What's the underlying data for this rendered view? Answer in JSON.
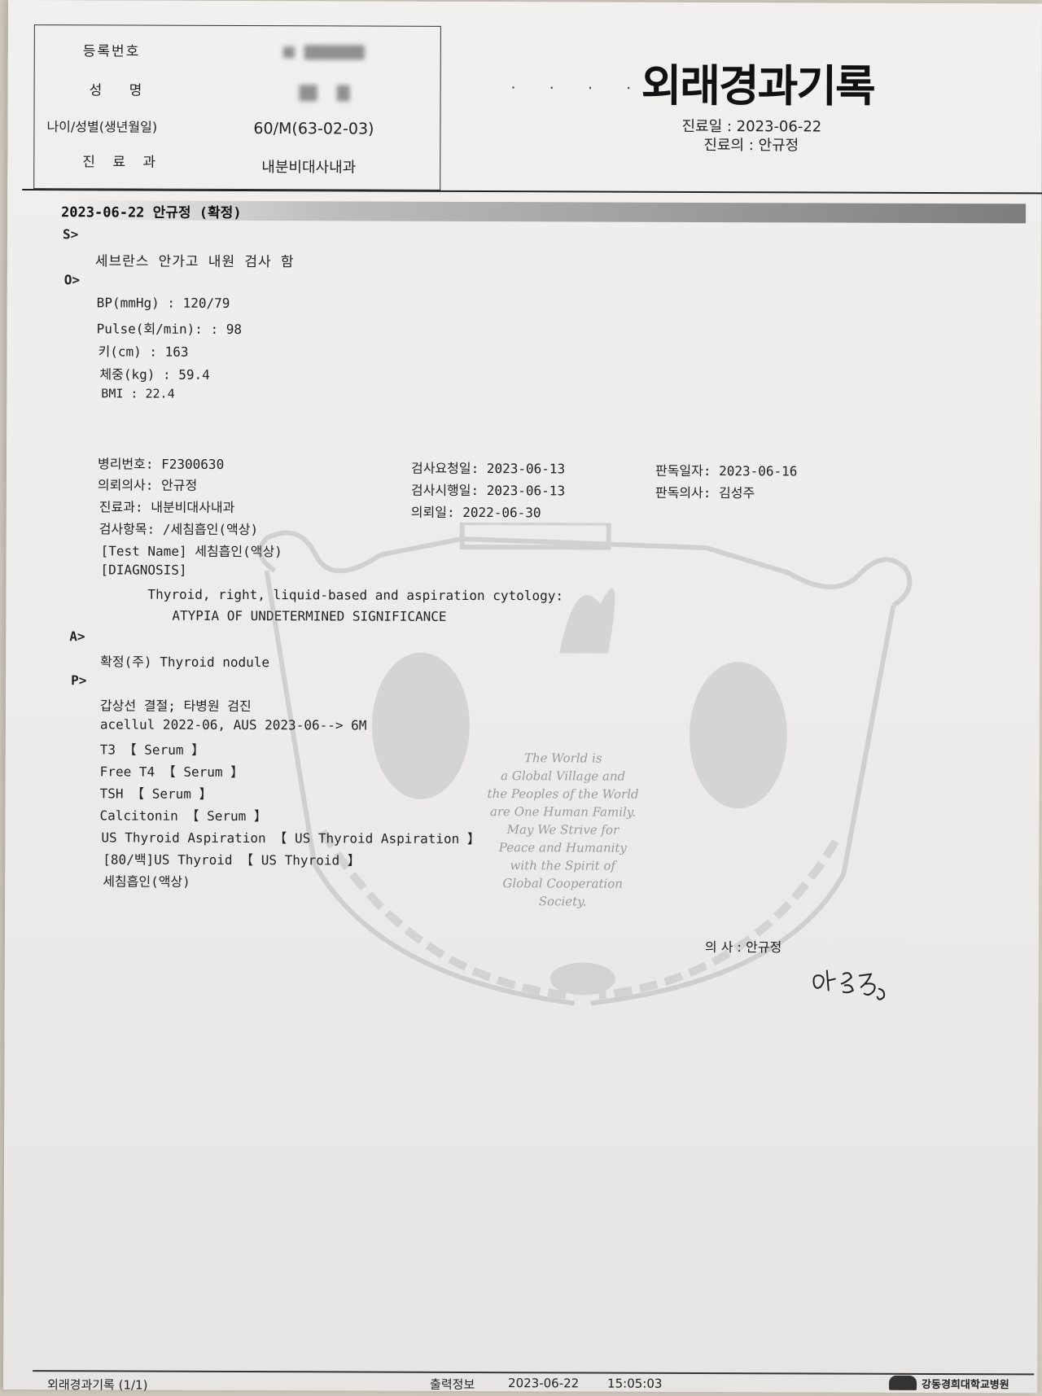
{
  "header": {
    "reg_no_label": "등록번호",
    "name_label": "성 명",
    "age_sex_label": "나이/성별(생년월일)",
    "age_sex_value": "60/M(63-02-03)",
    "dept_label": "진 료 과",
    "dept_value": "내분비대사내과"
  },
  "title": {
    "main": "외래경과기록",
    "visit_date": "진료일 : 2023-06-22",
    "physician": "진료의 : 안규정"
  },
  "note": {
    "band": "2023-06-22 안규정 (확정)",
    "s_label": "S>",
    "s_text": "세브란스 안가고 내원 검사 함",
    "o_label": "O>",
    "vitals": [
      "BP(mmHg) : 120/79",
      "Pulse(회/min): : 98",
      "키(cm) : 163",
      "체중(kg) : 59.4",
      "BMI : 22.4"
    ],
    "path_left": [
      "병리번호: F2300630",
      "의뢰의사: 안규정",
      "진료과: 내분비대사내과",
      "검사항목: /세침흡인(액상)",
      "[Test Name] 세침흡인(액상)",
      "[DIAGNOSIS]"
    ],
    "path_mid": [
      "검사요청일: 2023-06-13",
      "검사시행일: 2023-06-13",
      "의뢰일: 2022-06-30"
    ],
    "path_right": [
      "판독일자: 2023-06-16",
      "판독의사: 김성주"
    ],
    "diagnosis_line1": "Thyroid, right, liquid-based and aspiration cytology:",
    "diagnosis_line2": "ATYPIA OF UNDETERMINED SIGNIFICANCE",
    "a_label": "A>",
    "a_text": "확정(주) Thyroid nodule",
    "p_label": "P>",
    "plan": [
      "갑상선 결절; 타병원 검진",
      "acellul 2022-06, AUS 2023-06--> 6M",
      "T3 【 Serum 】",
      "Free T4 【 Serum 】",
      "TSH 【 Serum 】",
      "Calcitonin 【 Serum 】",
      "US Thyroid Aspiration 【 US Thyroid Aspiration 】",
      "[80/백]US Thyroid 【 US Thyroid 】",
      "세침흡인(액상)"
    ]
  },
  "watermark": {
    "lines": [
      "The World is",
      "a Global Village and",
      "the Peoples of the World",
      "are One Human Family.",
      "May We Strive for",
      "Peace and Humanity",
      "with the Spirit of",
      "Global Cooperation",
      "Society."
    ]
  },
  "signature": {
    "label": "의 사 : 안규정"
  },
  "footer": {
    "left": "외래경과기록 (1/1)",
    "print_label": "출력정보",
    "print_date": "2023-06-22",
    "print_time": "15:05:03",
    "hospital": "강동경희대학교병원"
  }
}
